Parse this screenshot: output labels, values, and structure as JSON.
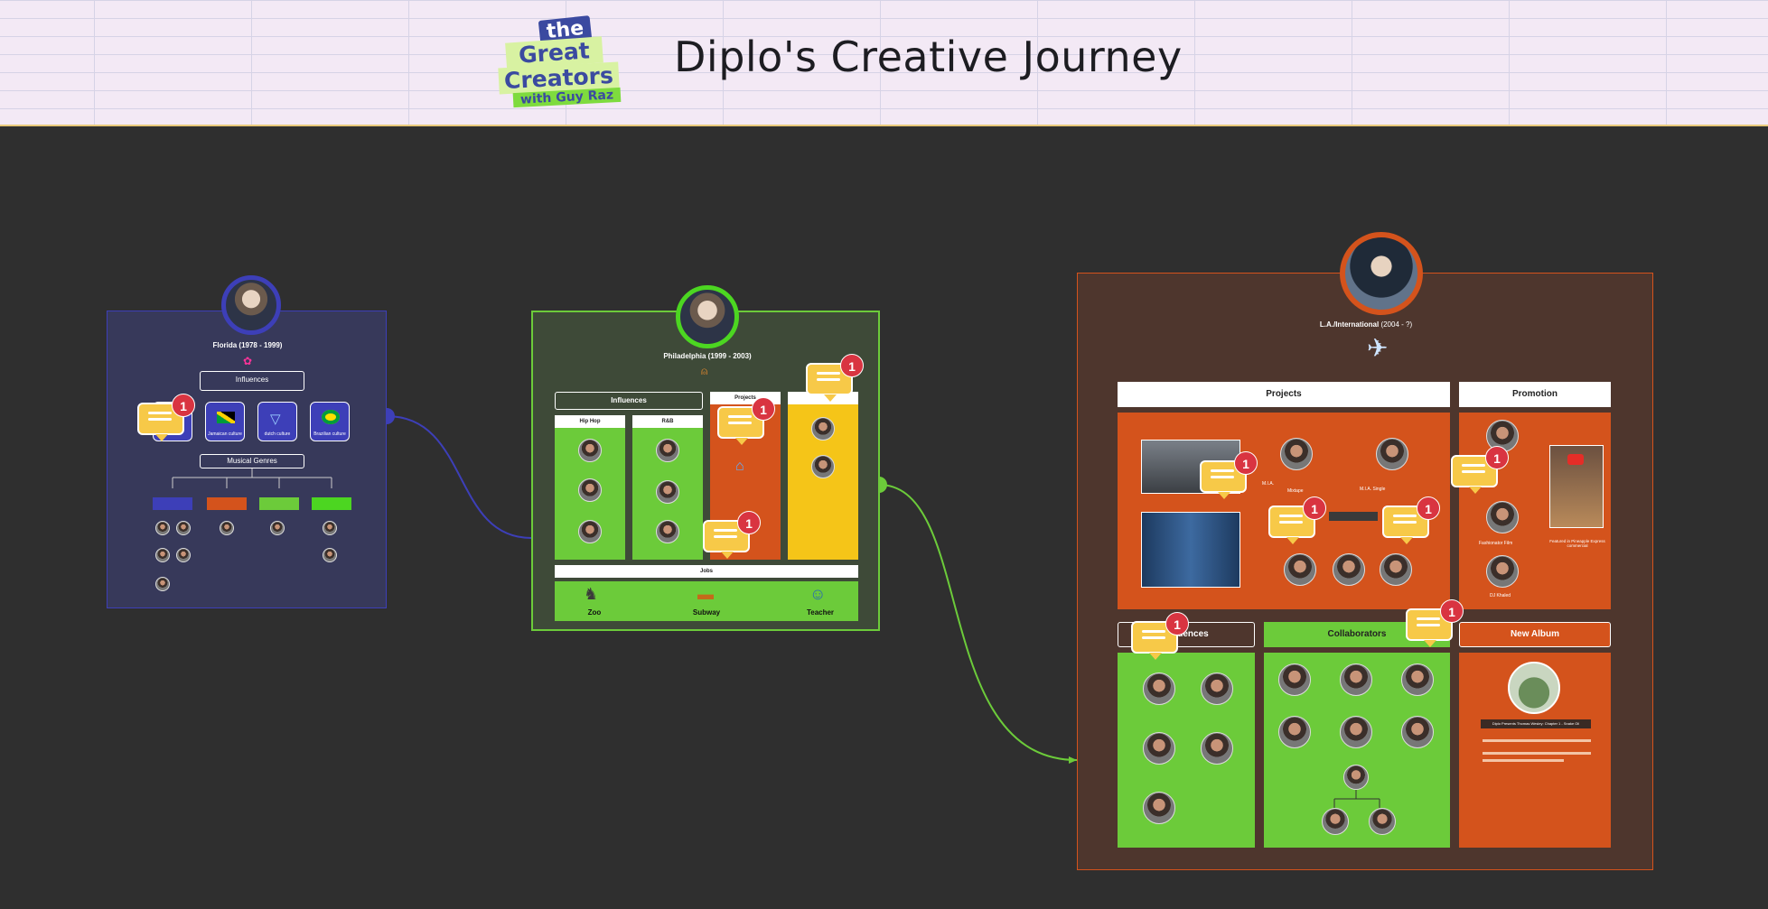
{
  "header": {
    "logo": {
      "line1": "the",
      "line2": "Great",
      "line3": "Creators",
      "line4": "with Guy Raz"
    },
    "title": "Diplo's Creative Journey"
  },
  "colors": {
    "florida": "#3d3fb8",
    "philadelphia": "#6ccb3a",
    "la": "#d4531c",
    "comment": "#f7c948",
    "badge": "#d93441"
  },
  "florida": {
    "title": "Florida (1978 - 1999)",
    "influences_label": "Influences",
    "influence_tiles": [
      {
        "label": "",
        "icon": "music-icon"
      },
      {
        "label": "Jamaican culture",
        "icon": "jamaica-flag-icon"
      },
      {
        "label": "dutch culture",
        "icon": "triangle-icon"
      },
      {
        "label": "Brazilian culture",
        "icon": "brazil-flag-icon"
      }
    ],
    "genres_label": "Musical Genres",
    "genre_colors": [
      "#3d3fb8",
      "#d4531c",
      "#6ccb3a",
      "#4cd621"
    ]
  },
  "philadelphia": {
    "title": "Philadelphia (1999 - 2003)",
    "influences_label": "Influences",
    "hiphop_label": "Hip Hop",
    "rnb_label": "R&B",
    "projects_label": "Projects",
    "jobs_label": "Jobs",
    "jobs": [
      "Zoo",
      "Subway",
      "Teacher"
    ]
  },
  "la": {
    "title": "L.A./International",
    "title_years": " (2004 - ?)",
    "projects_label": "Projects",
    "promotion_label": "Promotion",
    "influences_label": "Influences",
    "collaborators_label": "Collaborators",
    "new_album_label": "New Album",
    "mia_mixtape_a": "M.I.A.",
    "mia_mixtape_b": "Mixtape",
    "mia_single_a": "M.I.A.",
    "mia_single_b": "Single",
    "promo_person_1": "Fashionator Film",
    "promo_person_2": "DJ Khaled",
    "promo_note": "Featured in Pineapple Express commercial",
    "album_caption": "Diplo Presents Thomas Wesley: Chapter 1 - Snake Oil"
  },
  "comments": [
    {
      "count": "1"
    },
    {
      "count": "1"
    },
    {
      "count": "1"
    },
    {
      "count": "1"
    },
    {
      "count": "1"
    },
    {
      "count": "1"
    },
    {
      "count": "1"
    },
    {
      "count": "1"
    },
    {
      "count": "1"
    },
    {
      "count": "1"
    }
  ]
}
